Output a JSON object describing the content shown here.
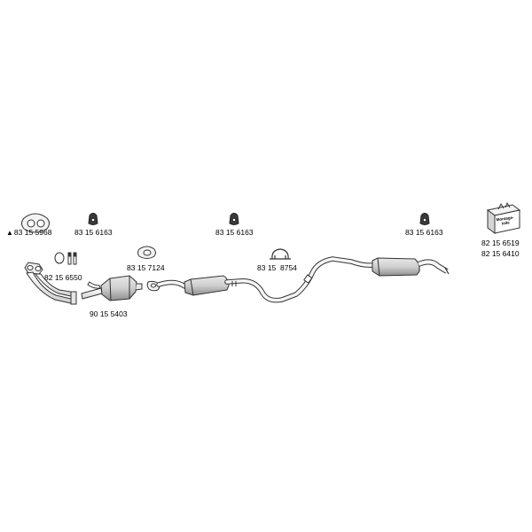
{
  "parts": {
    "gasket_part": "83 15 5968",
    "gasket_marker": "▲",
    "hanger_1": "83 15 6163",
    "hanger_2": "83 15 6163",
    "hanger_3": "83 15 6163",
    "seal_kit": "82 15 6550",
    "flange_gasket": "83 15 7124",
    "clamp": "83 15  8754",
    "front_pipe": "90 15 5403",
    "mounting_kit_1": "82 15 6519",
    "mounting_kit_2": "82 15 6410",
    "mounting_kit_box": "Montage-teile"
  },
  "colors": {
    "line": "#333333",
    "fill": "#f2f2f2",
    "shade": "#bdbdbd"
  }
}
